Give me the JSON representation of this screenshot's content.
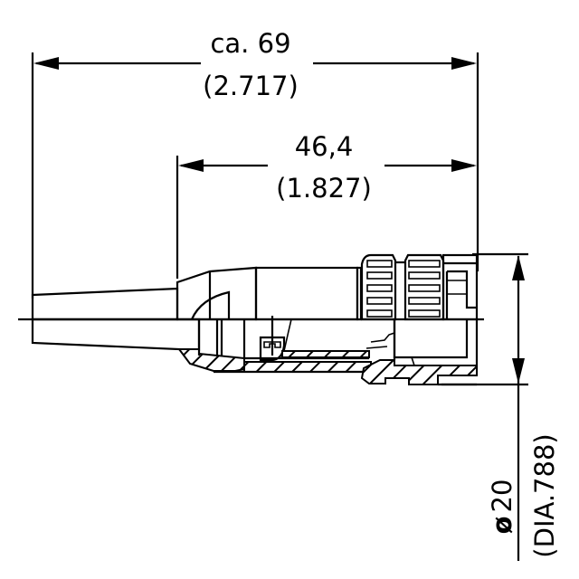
{
  "drawing": {
    "type": "technical-drawing",
    "subject": "cable connector side view (partial section)",
    "stroke_color": "#000000",
    "background_color": "#ffffff"
  },
  "dimensions": {
    "overall_length": {
      "metric": "ca. 69",
      "imperial": "(2.717)"
    },
    "body_length": {
      "metric": "46,4",
      "imperial": "(1.827)"
    },
    "diameter": {
      "symbol": "ø",
      "metric": "20",
      "imperial": "(DIA.788)"
    }
  }
}
